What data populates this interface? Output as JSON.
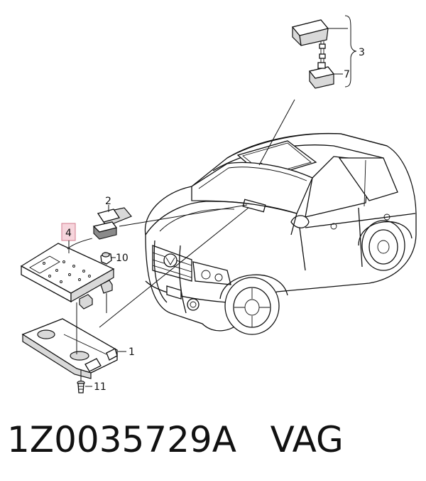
{
  "callouts": {
    "c1": "1",
    "c2": "2",
    "c3": "3",
    "c4": "4",
    "c7": "7",
    "c10": "10",
    "c11": "11"
  },
  "caption": {
    "part_number": "1Z0035729A",
    "brand": "VAG"
  },
  "colors": {
    "highlight_fill": "#f6d5dc",
    "highlight_border": "#d98c9c"
  }
}
